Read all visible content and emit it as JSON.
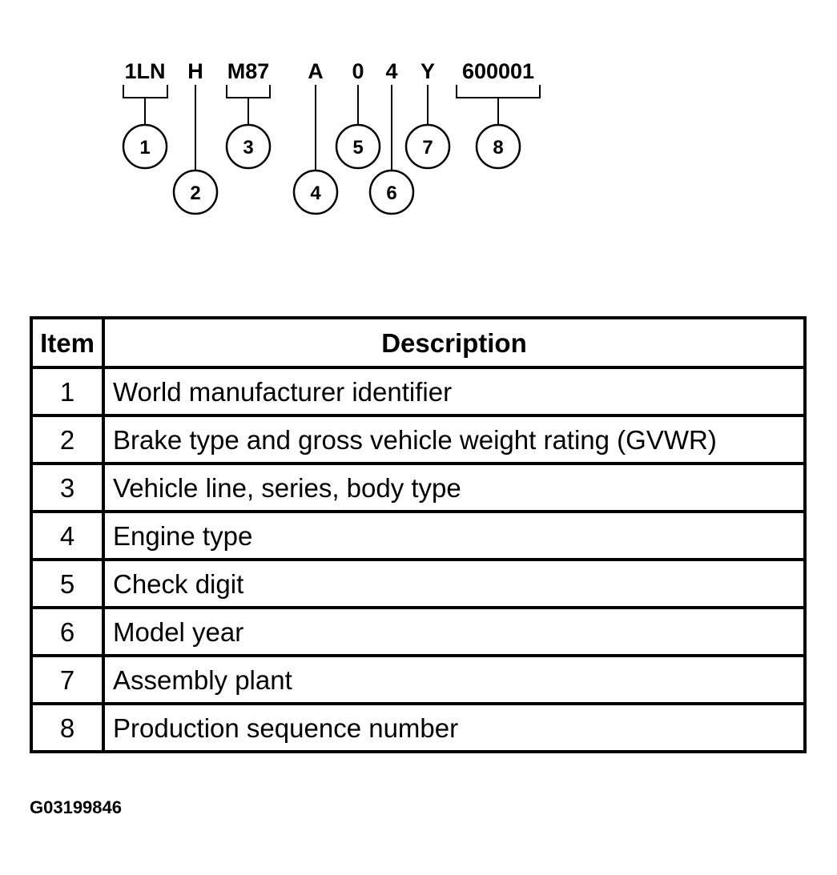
{
  "diagram": {
    "segments": [
      {
        "text": "1LN",
        "callout": "1"
      },
      {
        "text": "H",
        "callout": "2"
      },
      {
        "text": "M87",
        "callout": "3"
      },
      {
        "text": "A",
        "callout": "4"
      },
      {
        "text": "0",
        "callout": "5"
      },
      {
        "text": "4",
        "callout": "6"
      },
      {
        "text": "Y",
        "callout": "7"
      },
      {
        "text": "600001",
        "callout": "8"
      }
    ]
  },
  "table": {
    "headers": {
      "item": "Item",
      "description": "Description"
    },
    "rows": [
      {
        "item": "1",
        "description": "World manufacturer identifier"
      },
      {
        "item": "2",
        "description": "Brake type and gross vehicle weight rating (GVWR)"
      },
      {
        "item": "3",
        "description": "Vehicle line, series, body type"
      },
      {
        "item": "4",
        "description": "Engine type"
      },
      {
        "item": "5",
        "description": "Check digit"
      },
      {
        "item": "6",
        "description": "Model year"
      },
      {
        "item": "7",
        "description": "Assembly plant"
      },
      {
        "item": "8",
        "description": "Production sequence number"
      }
    ]
  },
  "figure_id": "G03199846"
}
